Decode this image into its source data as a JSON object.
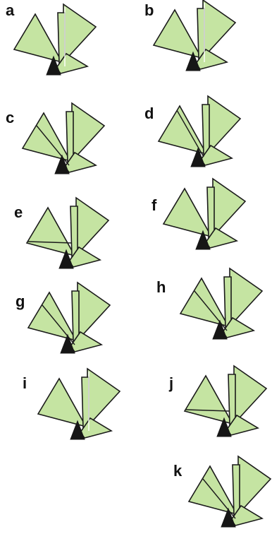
{
  "colors": {
    "paper": "#c5e4a2",
    "outline": "#1a1a1a",
    "base": "#161616",
    "background": "#ffffff"
  },
  "panels": [
    {
      "label": "a",
      "crease": "white-right-vertical"
    },
    {
      "label": "b",
      "crease": "white-right-vertical"
    },
    {
      "label": "c",
      "crease": "left-diagonal"
    },
    {
      "label": "d",
      "crease": "left-diagonal-steep"
    },
    {
      "label": "e",
      "crease": "left-horizontal"
    },
    {
      "label": "f",
      "crease": "none"
    },
    {
      "label": "g",
      "crease": "left-diagonal"
    },
    {
      "label": "h",
      "crease": "left-diagonal"
    },
    {
      "label": "i",
      "crease": "white-right-vertical"
    },
    {
      "label": "j",
      "crease": "left-horizontal"
    },
    {
      "label": "k",
      "crease": "left-diagonal"
    }
  ]
}
